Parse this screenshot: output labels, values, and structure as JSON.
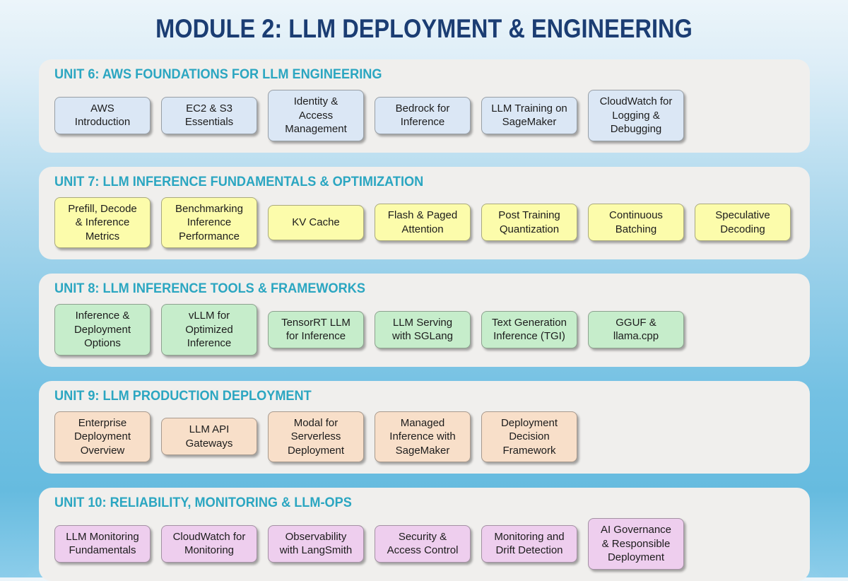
{
  "page": {
    "title": "MODULE 2: LLM DEPLOYMENT & ENGINEERING"
  },
  "colors": {
    "title_text": "#1b3d73",
    "unit_heading_text": "#2ba6c1",
    "panel_background": "#f0efed",
    "background_top": "#ecf5fa",
    "background_bottom": "#66bbdf",
    "card_text": "#1c1c1c"
  },
  "units": [
    {
      "id": "unit-6",
      "heading": "UNIT 6: AWS FOUNDATIONS FOR LLM ENGINEERING",
      "card_color": "#dbe7f5",
      "cards": [
        "AWS\nIntroduction",
        "EC2 & S3\nEssentials",
        "Identity &\nAccess\nManagement",
        "Bedrock for\nInference",
        "LLM Training on\nSageMaker",
        "CloudWatch for\nLogging &\nDebugging"
      ]
    },
    {
      "id": "unit-7",
      "heading": "UNIT 7: LLM INFERENCE FUNDAMENTALS & OPTIMIZATION",
      "card_color": "#fcfcab",
      "cards": [
        "Prefill, Decode\n& Inference\nMetrics",
        "Benchmarking\nInference\nPerformance",
        "KV Cache",
        "Flash & Paged\nAttention",
        "Post Training\nQuantization",
        "Continuous\nBatching",
        "Speculative\nDecoding"
      ]
    },
    {
      "id": "unit-8",
      "heading": "UNIT 8: LLM INFERENCE TOOLS & FRAMEWORKS",
      "card_color": "#c6edcb",
      "cards": [
        "Inference &\nDeployment\nOptions",
        "vLLM for\nOptimized\nInference",
        "TensorRT LLM\nfor Inference",
        "LLM Serving\nwith SGLang",
        "Text Generation\nInference (TGI)",
        "GGUF &\nllama.cpp"
      ]
    },
    {
      "id": "unit-9",
      "heading": "UNIT 9: LLM PRODUCTION DEPLOYMENT",
      "card_color": "#f8dfc9",
      "cards": [
        "Enterprise\nDeployment\nOverview",
        "LLM API\nGateways",
        "Modal for\nServerless\nDeployment",
        "Managed\nInference with\nSageMaker",
        "Deployment\nDecision\nFramework"
      ]
    },
    {
      "id": "unit-10",
      "heading": "UNIT 10: RELIABILITY, MONITORING & LLM-OPS",
      "card_color": "#eeceee",
      "cards": [
        "LLM Monitoring\nFundamentals",
        "CloudWatch for\nMonitoring",
        "Observability\nwith LangSmith",
        "Security &\nAccess Control",
        "Monitoring and\nDrift Detection",
        "AI Governance\n& Responsible\nDeployment"
      ]
    }
  ]
}
